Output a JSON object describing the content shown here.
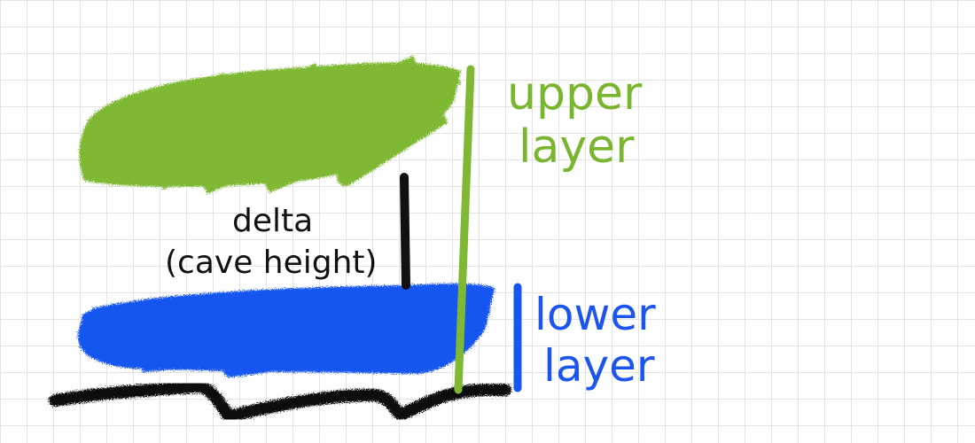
{
  "labels": {
    "upper_line1": "upper",
    "upper_line2": "layer",
    "lower_line1": "lower",
    "lower_line2": "layer",
    "delta_line1": "delta",
    "delta_line2": "(cave height)"
  },
  "colors": {
    "upper_layer": "#7fb832",
    "lower_layer": "#1756f0",
    "ground": "#111111",
    "delta_marker": "#111111",
    "upper_text": "#7ab530",
    "lower_text": "#1c55ee"
  }
}
